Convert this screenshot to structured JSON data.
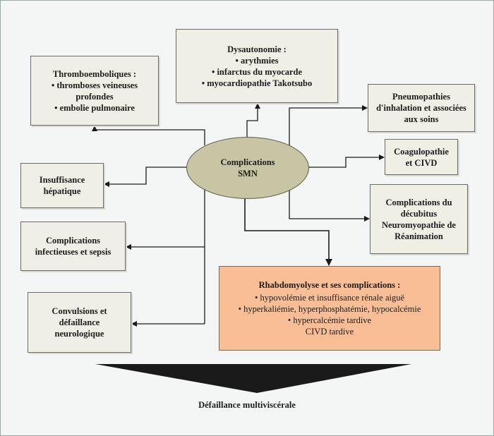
{
  "diagram": {
    "center": {
      "line1": "Complications",
      "line2": "SMN"
    },
    "boxes": {
      "thrombo": {
        "title": "Thromboemboliques :",
        "items": [
          "• thromboses veineuses",
          "profondes",
          "• embolie pulmonaire"
        ]
      },
      "dysauto": {
        "title": "Dysautonomie :",
        "items": [
          "• arythmies",
          "• infarctus du myocarde",
          "• myocardiopathie Takotsubo"
        ]
      },
      "pneumo": {
        "lines": [
          "Pneumopathies",
          "d'inhalation et associées",
          "aux soins"
        ]
      },
      "coagulo": {
        "lines": [
          "Coagulopathie",
          "et CIVD"
        ]
      },
      "decubitus": {
        "lines": [
          "Complications du",
          "décubitus",
          "Neuromyopathie de",
          "Réanimation"
        ]
      },
      "hepatique": {
        "lines": [
          "Insuffisance",
          "hépatique"
        ]
      },
      "infect": {
        "lines": [
          "Complications",
          "infectieuses et sepsis"
        ]
      },
      "convuls": {
        "lines": [
          "Convulsions et",
          "défaillance",
          "neurologique"
        ]
      },
      "rhabdo": {
        "title": "Rhabdomyolyse et ses complications :",
        "items": [
          "• hypovolémie et insuffisance rénale aiguë",
          "• hyperkaliémie, hyperphosphatémie, hypocalcémie",
          "• hypercalcémie tardive",
          "CIVD tardive"
        ]
      }
    },
    "footer": "Défaillance multiviscérale"
  },
  "colors": {
    "box_fill": "#efefe6",
    "hub_fill": "#c8c5a4",
    "highlight_fill": "#f9be95",
    "arrow": "#1a1a1a",
    "background": "#f4f5f5"
  }
}
